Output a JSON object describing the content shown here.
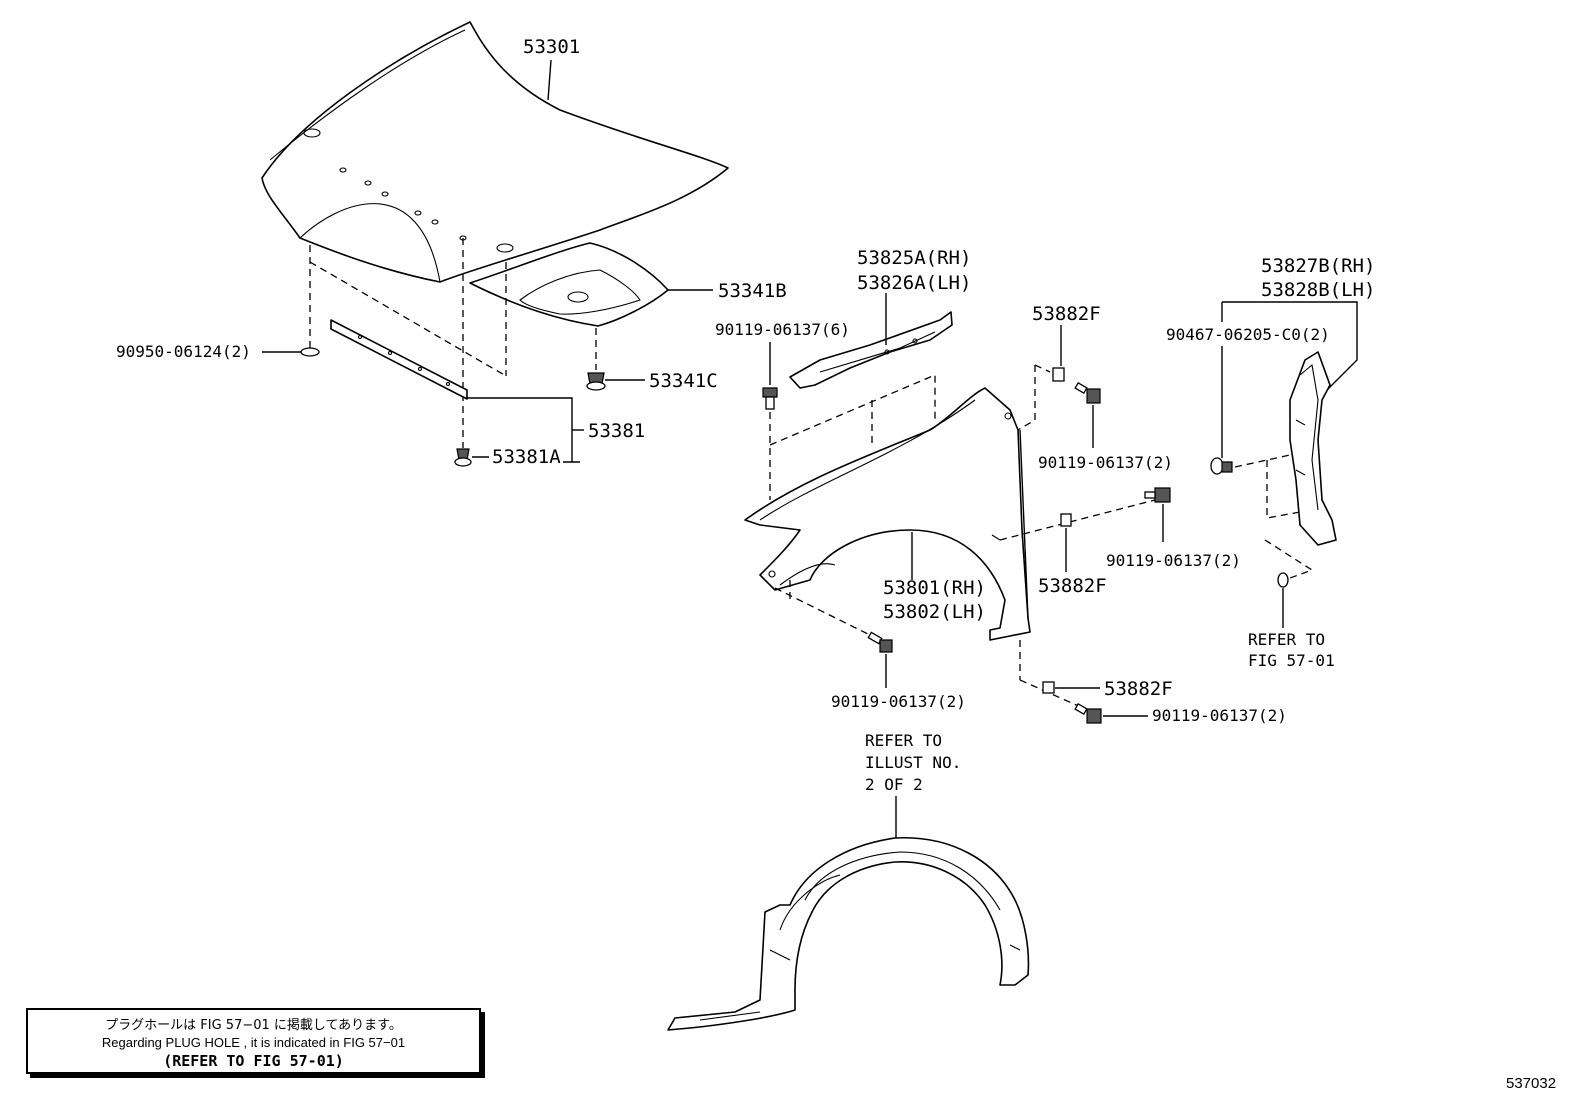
{
  "labels": {
    "hood": "53301",
    "hood_insulator": "53341B",
    "hood_clip": "53341C",
    "seal": "53381",
    "seal_clip": "53381A",
    "plug": "90950-06124(2)",
    "fender_rh": "53801(RH)",
    "fender_lh": "53802(LH)",
    "fender_upper_rh": "53825A(RH)",
    "fender_upper_lh": "53826A(LH)",
    "shield_rh": "53827B(RH)",
    "shield_lh": "53828B(LH)",
    "shield_clip": "90467-06205-C0(2)",
    "bolt_6": "90119-06137(6)",
    "nut_top": "53882F",
    "bolt_top": "90119-06137(2)",
    "bolt_mid": "90119-06137(2)",
    "nut_mid": "53882F",
    "bolt_front": "90119-06137(2)",
    "nut_bottom": "53882F",
    "bolt_bottom": "90119-06137(2)"
  },
  "refer_fig": [
    "REFER TO",
    "FIG 57-01"
  ],
  "refer_illust": [
    "REFER TO",
    "ILLUST NO.",
    "2 OF 2"
  ],
  "note": {
    "jp": "プラグホールは FIG 57−01 に掲載してあります。",
    "en": "Regarding  PLUG  HOLE , it is indicated in  FIG  57−01",
    "ref": "(REFER TO FIG 57-01)"
  },
  "figure_id": "537032"
}
